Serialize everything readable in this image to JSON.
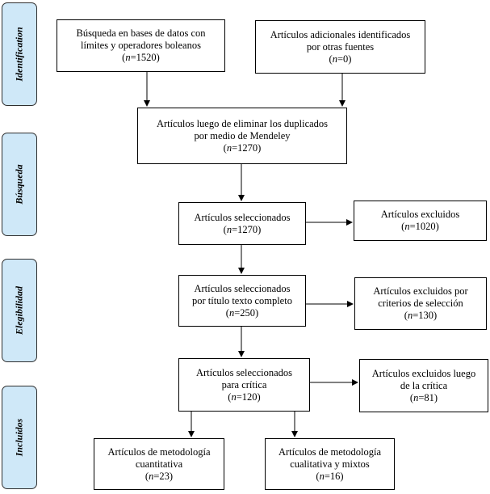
{
  "phases": [
    {
      "label": "Identification"
    },
    {
      "label": "Búsqueda"
    },
    {
      "label": "Elegibilidad"
    },
    {
      "label": "Incluidos"
    }
  ],
  "boxes": {
    "database_search": {
      "lines": [
        "Búsqueda en bases de datos con",
        "límites y operadores boleanos"
      ],
      "n": "=1520)"
    },
    "other_sources": {
      "lines": [
        "Artículos adicionales identificados",
        "por otras fuentes"
      ],
      "n": "=0)"
    },
    "after_duplicates": {
      "lines": [
        "Artículos luego de eliminar los duplicados",
        "por medio de Mendeley"
      ],
      "n": "=1270)"
    },
    "selected": {
      "lines": [
        "Artículos seleccionados"
      ],
      "n": "=1270)"
    },
    "excluded": {
      "lines": [
        "Artículos excluidos"
      ],
      "n": "=1020)"
    },
    "selected_fulltext": {
      "lines": [
        "Artículos seleccionados",
        "por título texto completo"
      ],
      "n": "=250)"
    },
    "excluded_criteria": {
      "lines": [
        "Artículos excluidos por",
        "criterios de selección"
      ],
      "n": "=130)"
    },
    "selected_critique": {
      "lines": [
        "Artículos seleccionados",
        "para crítica"
      ],
      "n": "=120)"
    },
    "excluded_critique": {
      "lines": [
        "Artículos excluidos luego",
        "de la crítica"
      ],
      "n": "=81)"
    },
    "quantitative": {
      "lines": [
        "Artículos de metodología",
        "cuantitativa"
      ],
      "n": "=23)"
    },
    "qualitative_mixed": {
      "lines": [
        "Artículos de metodología",
        "cualitativa y mixtos"
      ],
      "n": "=16)"
    }
  },
  "n_symbol": "n",
  "n_prefix": "("
}
